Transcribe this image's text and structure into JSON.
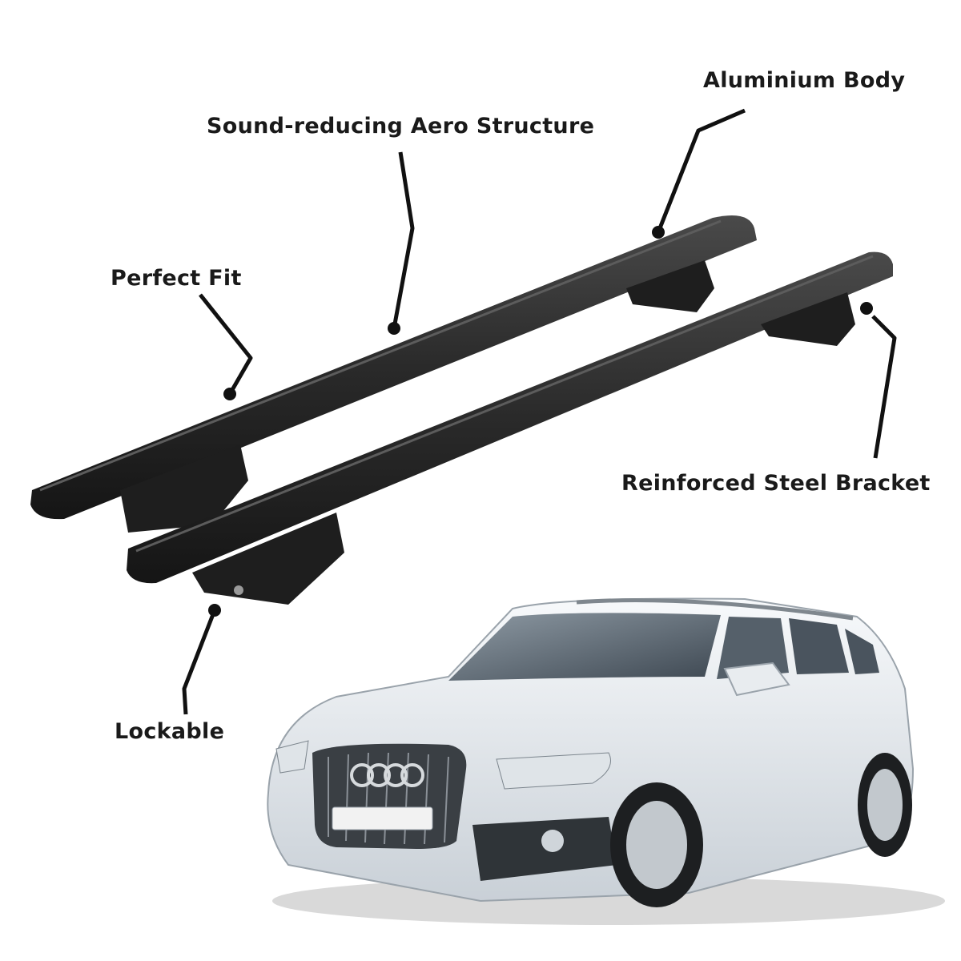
{
  "features": {
    "aero": "Sound-reducing Aero Structure",
    "aluminium": "Aluminium Body",
    "fit": "Perfect Fit",
    "bracket": "Reinforced Steel Bracket",
    "lock": "Lockable"
  },
  "colors": {
    "bar": "#2b2b2b",
    "car_body": "#eef1f4",
    "callout": "#111111"
  },
  "icons": [
    "roof-rack-bars",
    "suv-car",
    "callout-dot"
  ]
}
